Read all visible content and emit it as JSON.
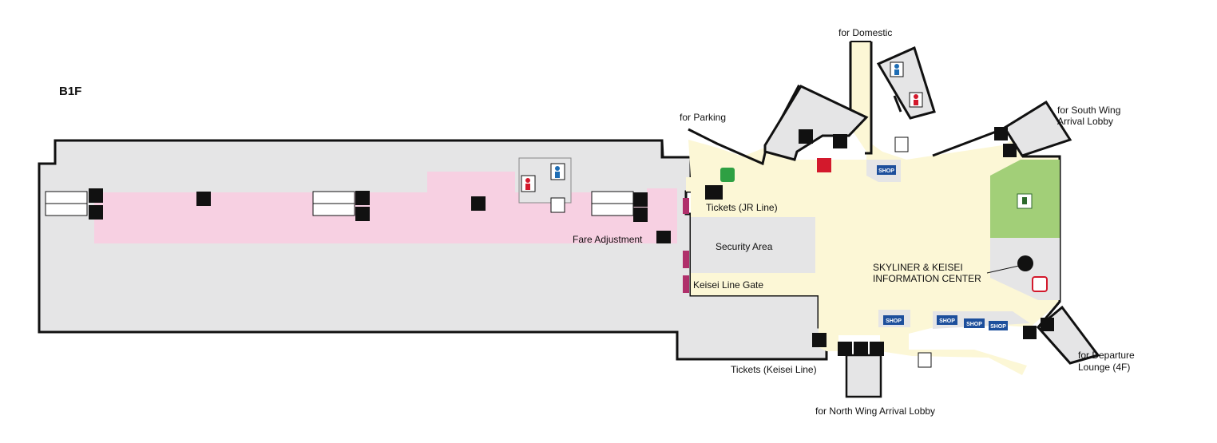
{
  "floor_label": "B1F",
  "directions": {
    "domestic": "for Domestic",
    "parking": "for Parking",
    "south_wing": [
      "for South Wing",
      "Arrival Lobby"
    ],
    "departure": [
      "for Departure",
      "Lounge (4F)"
    ],
    "north_wing": "for North Wing Arrival Lobby"
  },
  "areas": {
    "tickets_jr": "Tickets (JR Line)",
    "fare_adjustment": "Fare Adjustment",
    "security": "Security Area",
    "keisei_gate": "Keisei Line Gate",
    "info_center": [
      "SKYLINER & KEISEI",
      "INFORMATION CENTER"
    ],
    "tickets_keisei": "Tickets (Keisei Line)"
  },
  "shop_label": "SHOP",
  "colors": {
    "wall": "#111111",
    "concourse_gray": "#e5e5e6",
    "platform_pink": "#f7d0e2",
    "hall_yellow": "#fcf7d6",
    "green_zone": "#a2cf78",
    "shop_blue": "#1d4f9c",
    "male_blue": "#1e6db4",
    "female_red": "#d3192c",
    "train_red": "#d3192c",
    "gate_pink": "#b0306b"
  }
}
